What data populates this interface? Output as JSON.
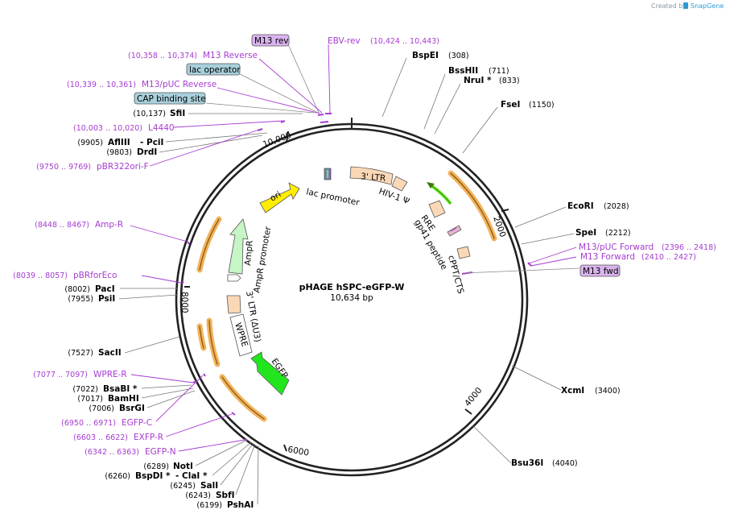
{
  "credit": {
    "prefix": "Created by",
    "brand": "SnapGene"
  },
  "plasmid": {
    "name": "pHAGE hSPC-eGFP-W",
    "length": "10,634 bp"
  },
  "scale_ticks": [
    "10,000",
    "2000",
    "4000",
    "6000",
    "8000"
  ],
  "enzymes_right": [
    {
      "name": "BspEI",
      "pos": "(308)"
    },
    {
      "name": "BssHII",
      "pos": "(711)"
    },
    {
      "name": "NruI *",
      "pos": "(833)"
    },
    {
      "name": "FseI",
      "pos": "(1150)"
    },
    {
      "name": "EcoRI",
      "pos": "(2028)"
    },
    {
      "name": "SpeI",
      "pos": "(2212)"
    },
    {
      "name": "XcmI",
      "pos": "(3400)"
    },
    {
      "name": "Bsu36I",
      "pos": "(4040)"
    }
  ],
  "primers_right": [
    {
      "name": "M13/pUC Forward",
      "pos": "(2396 .. 2418)"
    },
    {
      "name": "M13 Forward",
      "pos": "(2410 .. 2427)"
    }
  ],
  "boxes": {
    "m13rev": "M13 rev",
    "lacop": "lac operator",
    "cap": "CAP binding site",
    "m13fwd": "M13 fwd"
  },
  "top_labels": {
    "ebv": "EBV-rev",
    "ebv_pos": "(10,424 .. 10,443)"
  },
  "left_features": [
    {
      "pos": "(10,358 .. 10,374)",
      "name": "M13 Reverse"
    },
    {
      "pos": "(10,339 .. 10,361)",
      "name": "M13/pUC Reverse"
    },
    {
      "pos": "(10,003 .. 10,020)",
      "name": "L4440"
    },
    {
      "pos": "(9750 .. 9769)",
      "name": "pBR322ori-F"
    },
    {
      "pos": "(8448 .. 8467)",
      "name": "Amp-R"
    },
    {
      "pos": "(8039 .. 8057)",
      "name": "pBRforEco"
    },
    {
      "pos": "(7077 .. 7097)",
      "name": "WPRE-R"
    },
    {
      "pos": "(6950 .. 6971)",
      "name": "EGFP-C"
    },
    {
      "pos": "(6603 .. 6622)",
      "name": "EXFP-R"
    },
    {
      "pos": "(6342 .. 6363)",
      "name": "EGFP-N"
    }
  ],
  "left_enzymes": [
    {
      "pos": "(10,137)",
      "name": "SfiI"
    },
    {
      "pos": "(9905)",
      "name": "AflIII",
      "extra": "- PciI"
    },
    {
      "pos": "(9803)",
      "name": "DrdI"
    },
    {
      "pos": "(8002)",
      "name": "PacI"
    },
    {
      "pos": "(7955)",
      "name": "PsiI"
    },
    {
      "pos": "(7527)",
      "name": "SacII"
    },
    {
      "pos": "(7022)",
      "name": "BsaBI *"
    },
    {
      "pos": "(7017)",
      "name": "BamHI"
    },
    {
      "pos": "(7006)",
      "name": "BsrGI"
    },
    {
      "pos": "(6289)",
      "name": "NotI"
    },
    {
      "pos": "(6260)",
      "name": "BspDI *",
      "extra": "- ClaI *"
    },
    {
      "pos": "(6245)",
      "name": "SalI"
    },
    {
      "pos": "(6243)",
      "name": "SbfI"
    },
    {
      "pos": "(6199)",
      "name": "PshAI"
    }
  ],
  "inner_features": {
    "ltr3": "3' LTR",
    "hiv": "HIV-1 Ψ",
    "rre": "RRE",
    "gp41": "gp41 peptide",
    "cppt": "cPPT/CTS",
    "lacpromoter": "lac promoter",
    "ori": "ori",
    "ampr": "AmpR",
    "amprpromoter": "AmpR promoter",
    "ltr_au3": "3' LTR (ΔU3)",
    "wpre": "WPRE",
    "egfp": "EGFP"
  },
  "colors": {
    "feature_label": "#a73bd1",
    "ring": "#222222",
    "box_purple": "#d9b3ee",
    "box_blue": "#a9d0dc",
    "orange_arc": "#f2b35b",
    "brown_arc": "#8a5a12"
  }
}
